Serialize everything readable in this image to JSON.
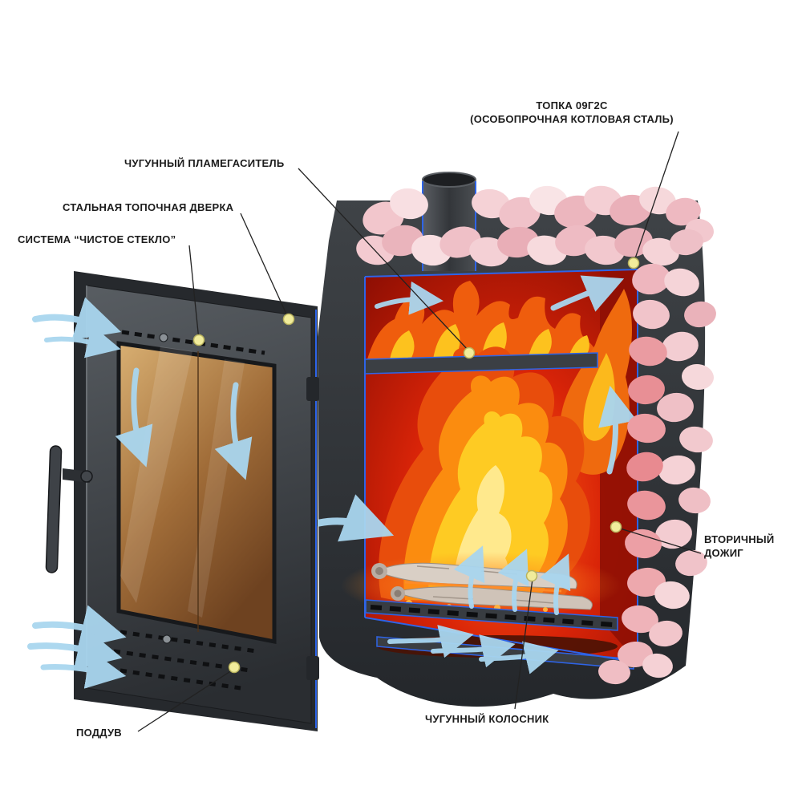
{
  "labels": {
    "firebox_steel": {
      "line1": "ТОПКА 09Г2С",
      "line2": "(ОСОБОПРОЧНАЯ КОТЛОВАЯ СТАЛЬ)"
    },
    "flame_arrester": "ЧУГУННЫЙ ПЛАМЕГАСИТЕЛЬ",
    "door": "СТАЛЬНАЯ ТОПОЧНАЯ ДВЕРКА",
    "clean_glass": "СИСТЕМА “ЧИСТОЕ СТЕКЛО”",
    "secondary_burn": {
      "line1": "ВТОРИЧНЫЙ",
      "line2": "ДОЖИГ"
    },
    "grate": "ЧУГУННЫЙ КОЛОСНИК",
    "air_intake": "ПОДДУВ"
  },
  "colors": {
    "label_text": "#1c1c1c",
    "leader_line": "#222222",
    "marker_dot": "#f1ec9b",
    "steel_dark": "#34383c",
    "edge_blue": "#2e64e8",
    "firebox_red": "#c8200a",
    "flame_orange": "#fb8c0f",
    "flame_yellow": "#fecb23",
    "stone_pink": "#f0c2c9",
    "airflow_blue": "#a9d6ef",
    "glass_amber": "#b07a42"
  }
}
